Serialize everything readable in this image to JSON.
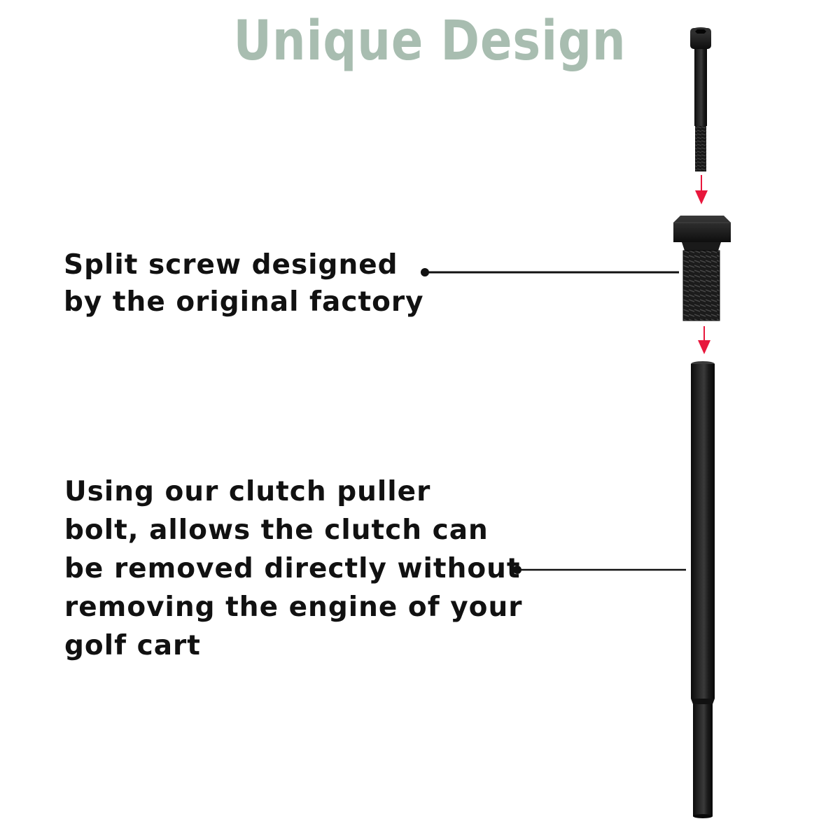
{
  "title": "Unique Design",
  "callouts": {
    "split_screw": {
      "lines": [
        "Split screw designed",
        "by the original factory"
      ]
    },
    "puller_bolt": {
      "lines": [
        "Using our clutch puller",
        "bolt, allows the clutch can",
        "be removed directly without",
        "removing the engine of your",
        "golf cart"
      ]
    }
  },
  "colors": {
    "title": "#a8bdb0",
    "arrow": "#e8173c",
    "parts": "#141414",
    "text": "#111111"
  },
  "parts": [
    "socket-head-cap-screw",
    "hex-split-screw",
    "puller-rod"
  ]
}
